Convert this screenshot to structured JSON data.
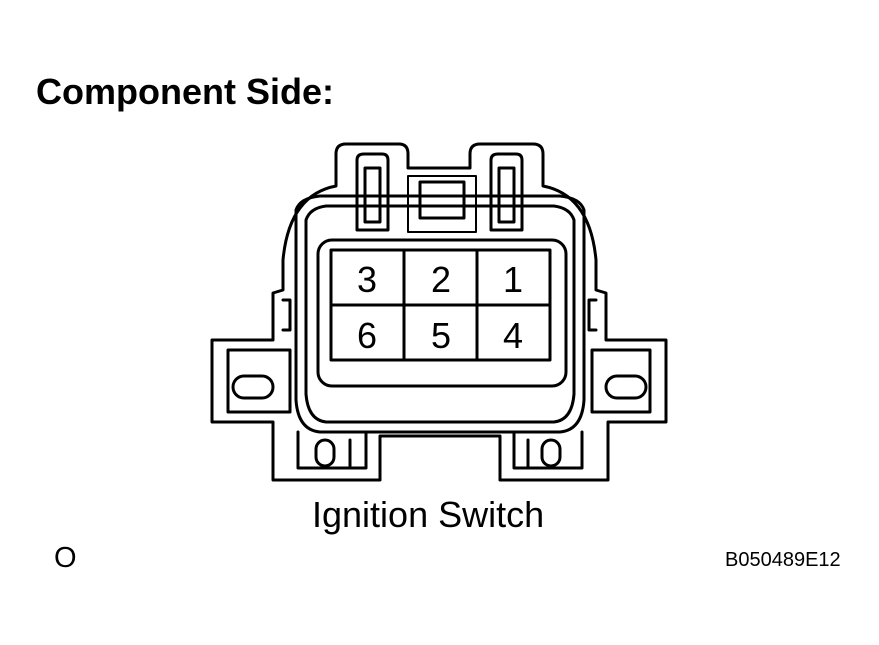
{
  "header": {
    "title": "Component Side:"
  },
  "diagram": {
    "caption": "Ignition Switch",
    "line_color": "#000000",
    "background_color": "#ffffff",
    "pins": {
      "row1": [
        "3",
        "2",
        "1"
      ],
      "row2": [
        "6",
        "5",
        "4"
      ]
    }
  },
  "footer": {
    "corner_mark": "O",
    "figure_code": "B050489E12"
  }
}
